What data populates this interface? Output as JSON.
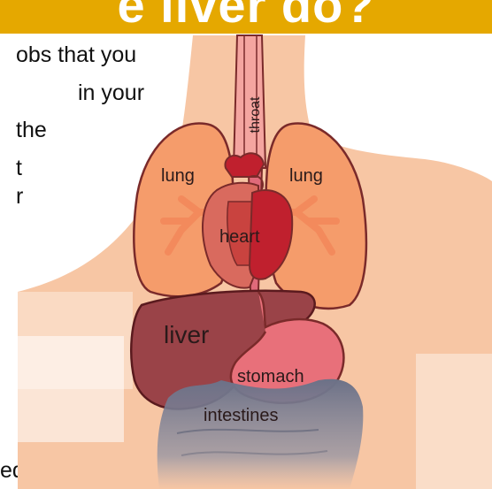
{
  "banner": {
    "title": "e liver do?"
  },
  "article": {
    "lines": [
      "obs that you",
      "in your",
      "the",
      "t",
      "r"
    ],
    "bottom_fragment": "ed into"
  },
  "diagram": {
    "labels": {
      "throat": "throat",
      "lung_left": "lung",
      "lung_right": "lung",
      "heart": "heart",
      "liver": "liver",
      "stomach": "stomach",
      "intestines": "intestines"
    },
    "colors": {
      "banner": "#e5a800",
      "skin": "#f7c6a4",
      "lung": "#f59c6b",
      "heart": "#c0202e",
      "liver": "#9a4348",
      "stomach": "#e8707a",
      "intestines": "#6c7187",
      "throat": "#f4a5a0"
    }
  }
}
